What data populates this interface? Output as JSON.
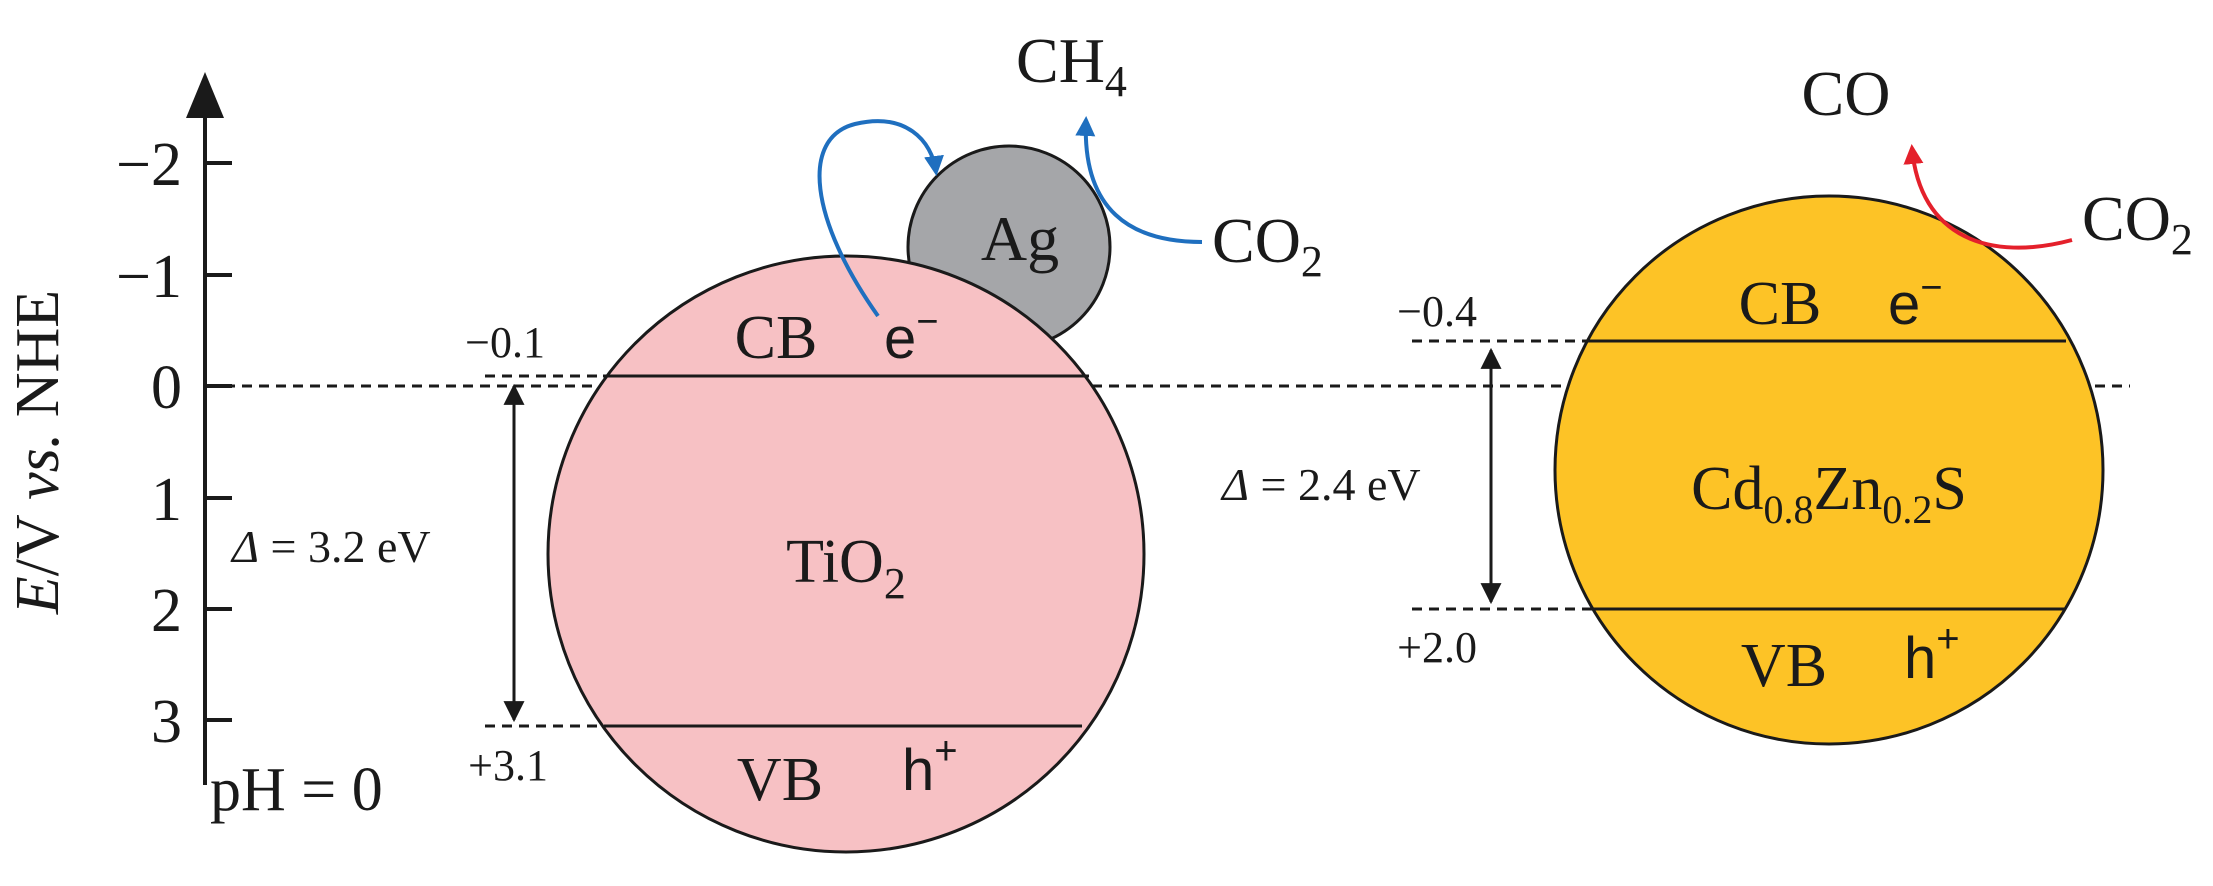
{
  "axis": {
    "label_italic": "E",
    "label_unit": "/V ",
    "label_vs": "vs.",
    "label_ref": " NHE",
    "ticks": [
      "−2",
      "−1",
      "0",
      "1",
      "2",
      "3"
    ],
    "ph_label": "pH = 0"
  },
  "tio2": {
    "name_base": "TiO",
    "name_sub": "2",
    "cb_label": "CB",
    "vb_label": "VB",
    "electron_base": "e",
    "electron_sup": "−",
    "hole_base": "h",
    "hole_sup": "+",
    "cb_value": "−0.1",
    "vb_value": "+3.1",
    "gap_symbol": "Δ",
    "gap_text": " = 3.2 eV",
    "fill_color": "#f7c1c4"
  },
  "ag": {
    "label": "Ag",
    "fill_color": "#a5a6a9",
    "product_base": "CH",
    "product_sub": "4",
    "reactant_base": "CO",
    "reactant_sub": "2",
    "arrow_color": "#1f6fbf"
  },
  "cdzns": {
    "name_parts": [
      "Cd",
      "0.8",
      "Zn",
      "0.2",
      "S"
    ],
    "cb_label": "CB",
    "vb_label": "VB",
    "electron_base": "e",
    "electron_sup": "−",
    "hole_base": "h",
    "hole_sup": "+",
    "cb_value": "−0.4",
    "vb_value": "+2.0",
    "gap_symbol": "Δ",
    "gap_text": " = 2.4 eV",
    "fill_color": "#fdc326",
    "product": "CO",
    "reactant_base": "CO",
    "reactant_sub": "2",
    "arrow_color": "#e4202b"
  }
}
